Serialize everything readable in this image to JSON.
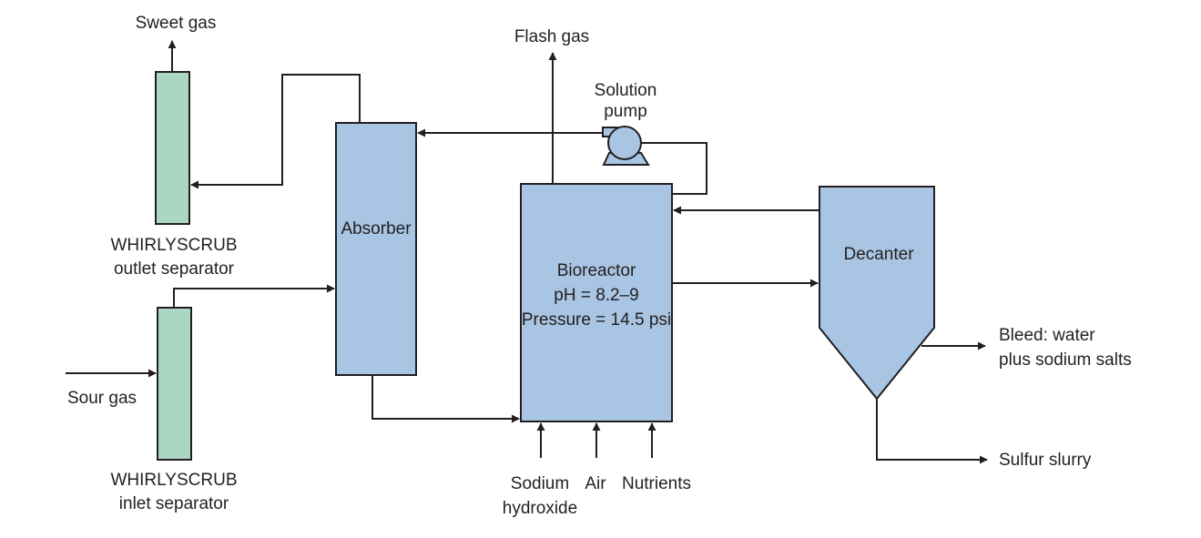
{
  "colors": {
    "vessel_blue": "#a8c5e3",
    "separator_green": "#acd6c4",
    "pump_blue": "#a8c5e3",
    "line": "#231f20",
    "text": "#231f20"
  },
  "labels": {
    "sweet_gas": "Sweet gas",
    "flash_gas": "Flash gas",
    "solution_pump_line1": "Solution",
    "solution_pump_line2": "pump",
    "absorber": "Absorber",
    "bioreactor_line1": "Bioreactor",
    "bioreactor_line2": "pH = 8.2–9",
    "bioreactor_line3": "Pressure = 14.5 psi",
    "decanter": "Decanter",
    "outlet_separator_line1": "WHIRLYSCRUB",
    "outlet_separator_line2": "outlet separator",
    "inlet_separator_line1": "WHIRLYSCRUB",
    "inlet_separator_line2": "inlet separator",
    "sour_gas": "Sour gas",
    "bleed_line1": "Bleed: water",
    "bleed_line2": "plus sodium salts",
    "sulfur_slurry": "Sulfur slurry",
    "sodium_hydroxide_line1": "Sodium",
    "sodium_hydroxide_line2": "hydroxide",
    "air": "Air",
    "nutrients": "Nutrients"
  }
}
